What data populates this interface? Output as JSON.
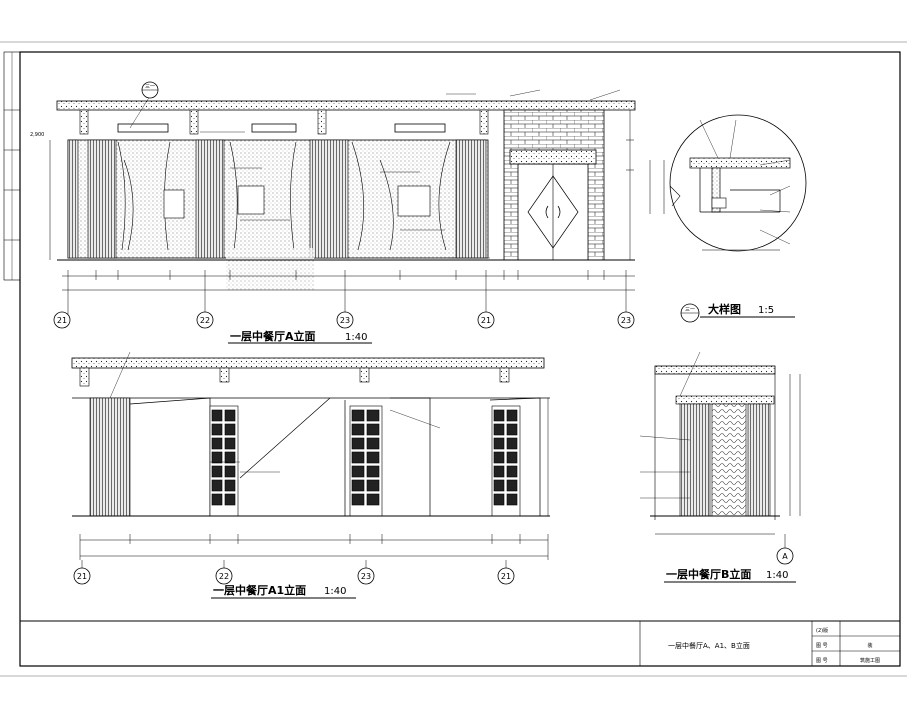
{
  "views": {
    "a_elevation": {
      "name": "一层中餐厅A立面",
      "scale": "1:40",
      "callout": "三一"
    },
    "a1_elevation": {
      "name": "一层中餐厅A1立面",
      "scale": "1:40"
    },
    "b_elevation": {
      "name": "一层中餐厅B立面",
      "scale": "1:40"
    },
    "detail": {
      "name": "大样图",
      "scale": "1:5",
      "callout": "三一"
    }
  },
  "grid_axes": {
    "a": [
      "21",
      "22",
      "23",
      "21",
      "23"
    ],
    "a1": [
      "21",
      "22",
      "23",
      "21"
    ],
    "b": [
      "A"
    ]
  },
  "title_block": {
    "drawing_title": "一层中餐厅A、A1、B立面",
    "rows": [
      "(2)版",
      "图 号",
      "图 号"
    ],
    "right": [
      "装",
      "筑施工图"
    ]
  }
}
